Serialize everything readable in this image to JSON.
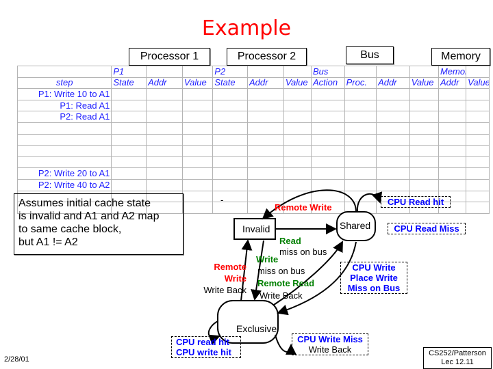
{
  "slide": {
    "title": "Example",
    "footer_date": "2/28/01",
    "footer_course": "CS252/Patterson",
    "footer_lecture": "Lec 12.11"
  },
  "header_boxes": {
    "processor1": "Processor 1",
    "processor2": "Processor 2",
    "bus": "Bus",
    "memory": "Memory"
  },
  "table": {
    "group_row": [
      "",
      "P1",
      "",
      "",
      "P2",
      "",
      "",
      "Bus",
      "",
      "",
      "",
      "Memory",
      ""
    ],
    "column_headers": [
      "step",
      "State",
      "Addr",
      "Value",
      "State",
      "Addr",
      "Value",
      "Action",
      "Proc.",
      "Addr",
      "Value",
      "Addr",
      "Value"
    ],
    "rows": [
      [
        "P1: Write 10 to A1",
        "",
        "",
        "",
        "",
        "",
        "",
        "",
        "",
        "",
        "",
        "",
        ""
      ],
      [
        "P1: Read A1",
        "",
        "",
        "",
        "",
        "",
        "",
        "",
        "",
        "",
        "",
        "",
        ""
      ],
      [
        "P2: Read A1",
        "",
        "",
        "",
        "",
        "",
        "",
        "",
        "",
        "",
        "",
        "",
        ""
      ],
      [
        "",
        "",
        "",
        "",
        "",
        "",
        "",
        "",
        "",
        "",
        "",
        "",
        ""
      ],
      [
        "",
        "",
        "",
        "",
        "",
        "",
        "",
        "",
        "",
        "",
        "",
        "",
        ""
      ],
      [
        "",
        "",
        "",
        "",
        "",
        "",
        "",
        "",
        "",
        "",
        "",
        "",
        ""
      ],
      [
        "",
        "",
        "",
        "",
        "",
        "",
        "",
        "",
        "",
        "",
        "",
        "",
        ""
      ],
      [
        "P2: Write 20 to A1",
        "",
        "",
        "",
        "",
        "",
        "",
        "",
        "",
        "",
        "",
        "",
        ""
      ],
      [
        "P2: Write 40 to A2",
        "",
        "",
        "",
        "",
        "",
        "",
        "",
        "",
        "",
        "",
        "",
        ""
      ],
      [
        "",
        "",
        "",
        "",
        "",
        "",
        "",
        "",
        "",
        "",
        "",
        "",
        ""
      ],
      [
        "",
        "",
        "",
        "",
        "",
        "",
        "",
        "",
        "",
        "",
        "",
        "",
        ""
      ]
    ]
  },
  "note": {
    "line1": "Assumes initial cache state",
    "line2": "is invalid and A1 and A2 map",
    "line3": "to same cache block,",
    "line4": "but A1 != A2"
  },
  "diagram": {
    "dash": "-",
    "state_invalid": "Invalid",
    "state_shared": "Shared",
    "state_exclusive": "Exclusive",
    "remote_write_top": "Remote Write",
    "cpu_read_hit": "CPU Read hit",
    "cpu_read_miss": "CPU Read Miss",
    "read_miss_bold": "Read",
    "read_miss_rest": "miss on bus",
    "write_miss_bold": "Write",
    "write_miss_rest": "miss on bus",
    "remote_read": "Remote Read",
    "write_back_mid": "Write Back",
    "remote_write_left_1": "Remote",
    "remote_write_left_2": "Write",
    "write_back_left": "Write Back",
    "cpu_write_1": "CPU Write",
    "cpu_write_2": "Place Write",
    "cpu_write_3": "Miss on Bus",
    "cpu_read_hit_bottom": "CPU read hit",
    "cpu_write_hit_bottom": "CPU write hit",
    "cpu_write_miss": "CPU Write Miss",
    "write_back_bottom": "Write Back"
  }
}
